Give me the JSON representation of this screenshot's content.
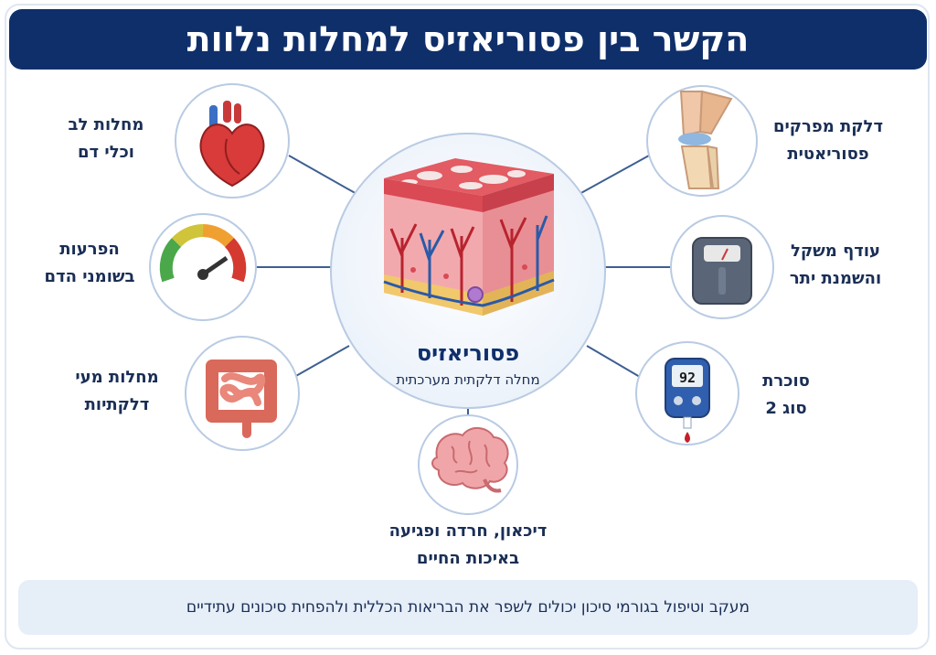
{
  "title": "הקשר בין פסוריאזיס למחלות נלוות",
  "center": {
    "title": "פסוריאזיס",
    "subtitle": "מחלה דלקתית מערכתית"
  },
  "nodes": {
    "heart": {
      "line1": "מחלות לב",
      "line2": "וכלי דם",
      "icon": "heart-icon"
    },
    "lipids": {
      "line1": "הפרעות",
      "line2": "בשומני הדם",
      "icon": "gauge-icon"
    },
    "bowel": {
      "line1": "מחלות מעי",
      "line2": "דלקתיות",
      "icon": "intestine-icon"
    },
    "brain": {
      "line1": "דיכאון, חרדה ופגיעה",
      "line2": "באיכות החיים",
      "icon": "brain-icon"
    },
    "arthritis": {
      "line1": "דלקת מפרקים",
      "line2": "פסוריאטית",
      "icon": "knee-joint-icon"
    },
    "weight": {
      "line1": "עודף משקל",
      "line2": "והשמנת יתר",
      "icon": "scale-icon"
    },
    "diabetes": {
      "line1": "סוכרת",
      "line2": "סוג 2",
      "icon": "glucometer-icon",
      "meter_reading": "92"
    }
  },
  "footer": "מעקב וטיפול בגורמי סיכון יכולים לשפר את הבריאות הכללית ולהפחית סיכונים עתידיים",
  "colors": {
    "navy": "#0f2f6b",
    "text": "#1a2e55",
    "circle_border": "#b9cbe3",
    "connector": "#3d5f92",
    "footer_bg": "#e6eef8",
    "skin_red": "#d94a55",
    "skin_pink": "#f2a9ad"
  }
}
